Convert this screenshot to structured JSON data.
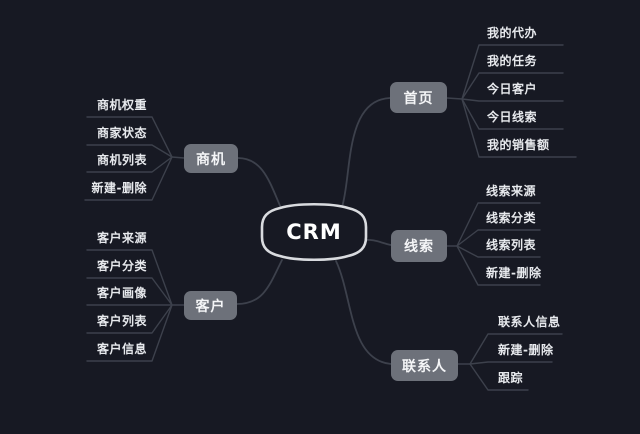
{
  "root": {
    "label": "CRM"
  },
  "branches": [
    {
      "label": "首页",
      "children": [
        "我的代办",
        "我的任务",
        "今日客户",
        "今日线索",
        "我的销售额"
      ]
    },
    {
      "label": "线索",
      "children": [
        "线索来源",
        "线索分类",
        "线索列表",
        "新建-删除"
      ]
    },
    {
      "label": "联系人",
      "children": [
        "联系人信息",
        "新建-删除",
        "跟踪"
      ]
    },
    {
      "label": "商机",
      "children": [
        "商机权重",
        "商家状态",
        "商机列表",
        "新建-删除"
      ]
    },
    {
      "label": "客户",
      "children": [
        "客户来源",
        "客户分类",
        "客户画像",
        "客户列表",
        "客户信息"
      ]
    }
  ],
  "colors": {
    "background": "#171923",
    "connector": "#3d414c",
    "branch_fill": "#6d717a",
    "branch_text": "#f4f5f7",
    "leaf_text": "#e7e9ed",
    "root_border": "#d9dbdf",
    "root_text": "#ffffff"
  }
}
